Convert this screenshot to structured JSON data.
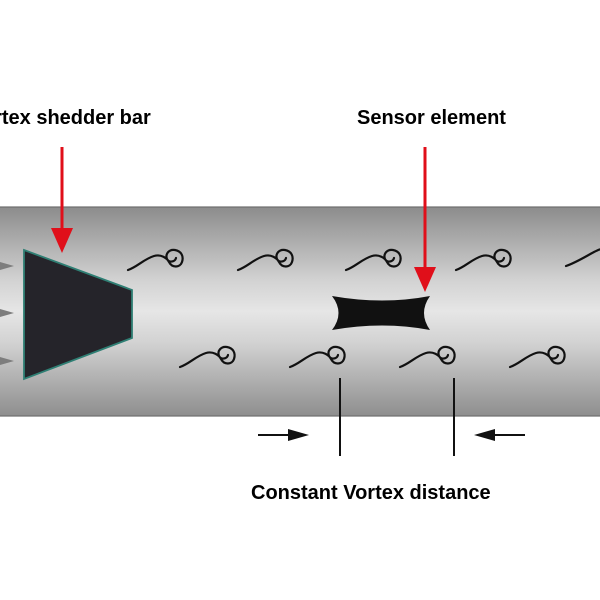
{
  "labels": {
    "shedder_bar": "Vortex shedder bar",
    "sensor_element": "Sensor element",
    "vortex_distance": "Constant Vortex distance"
  },
  "colors": {
    "pipe_edge": "#8c8c8c",
    "pipe_center": "#e6e6e6",
    "pipe_outline": "#6e6e6e",
    "shedder_fill": "#25242a",
    "shedder_outline": "#2f7f74",
    "sensor_fill": "#111111",
    "pointer_arrow": "#e00f1a",
    "vortex_stroke": "#111111"
  }
}
